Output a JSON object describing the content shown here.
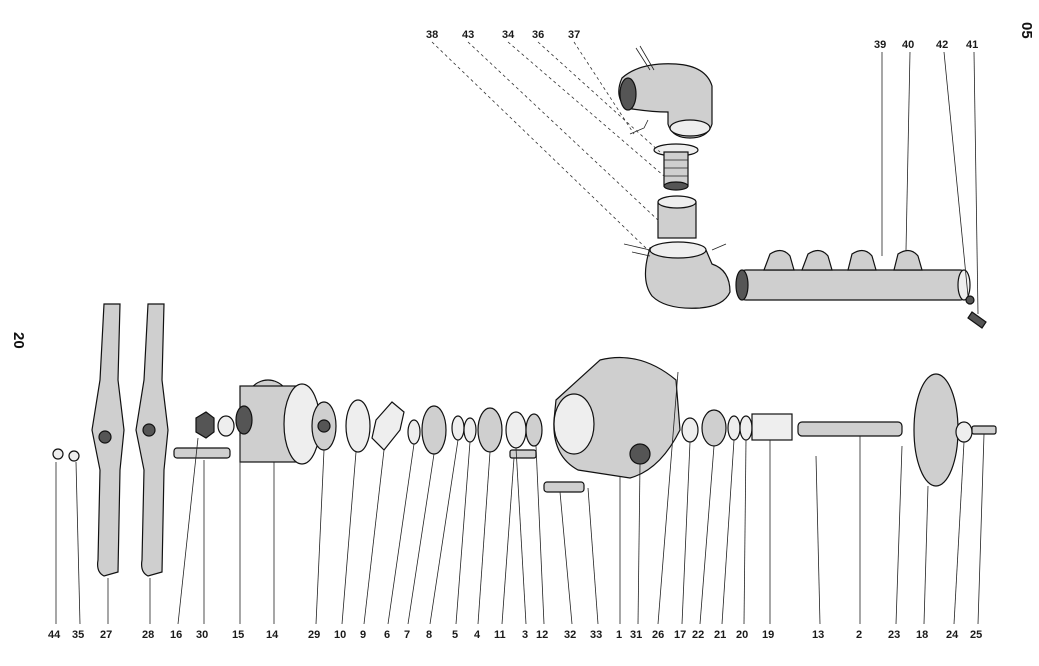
{
  "page": {
    "section_code": "05",
    "page_number": "20"
  },
  "callouts": [
    {
      "id": "c38",
      "text": "38"
    },
    {
      "id": "c43",
      "text": "43"
    },
    {
      "id": "c34",
      "text": "34"
    },
    {
      "id": "c36",
      "text": "36"
    },
    {
      "id": "c37",
      "text": "37"
    },
    {
      "id": "c39",
      "text": "39"
    },
    {
      "id": "c40",
      "text": "40"
    },
    {
      "id": "c42",
      "text": "42"
    },
    {
      "id": "c41",
      "text": "41"
    },
    {
      "id": "c44",
      "text": "44"
    },
    {
      "id": "c35",
      "text": "35"
    },
    {
      "id": "c27",
      "text": "27"
    },
    {
      "id": "c28",
      "text": "28"
    },
    {
      "id": "c16",
      "text": "16"
    },
    {
      "id": "c30",
      "text": "30"
    },
    {
      "id": "c15",
      "text": "15"
    },
    {
      "id": "c14",
      "text": "14"
    },
    {
      "id": "c29",
      "text": "29"
    },
    {
      "id": "c10",
      "text": "10"
    },
    {
      "id": "c9",
      "text": "9"
    },
    {
      "id": "c6",
      "text": "6"
    },
    {
      "id": "c7",
      "text": "7"
    },
    {
      "id": "c8",
      "text": "8"
    },
    {
      "id": "c5",
      "text": "5"
    },
    {
      "id": "c4",
      "text": "4"
    },
    {
      "id": "c11",
      "text": "11"
    },
    {
      "id": "c3",
      "text": "3"
    },
    {
      "id": "c12",
      "text": "12"
    },
    {
      "id": "c32",
      "text": "32"
    },
    {
      "id": "c33",
      "text": "33"
    },
    {
      "id": "c1",
      "text": "1"
    },
    {
      "id": "c31",
      "text": "31"
    },
    {
      "id": "c26",
      "text": "26"
    },
    {
      "id": "c17",
      "text": "17"
    },
    {
      "id": "c22",
      "text": "22"
    },
    {
      "id": "c21",
      "text": "21"
    },
    {
      "id": "c20",
      "text": "20"
    },
    {
      "id": "c19",
      "text": "19"
    },
    {
      "id": "c13",
      "text": "13"
    },
    {
      "id": "c2",
      "text": "2"
    },
    {
      "id": "c23",
      "text": "23"
    },
    {
      "id": "c18",
      "text": "18"
    },
    {
      "id": "c24",
      "text": "24"
    },
    {
      "id": "c25",
      "text": "25"
    }
  ]
}
